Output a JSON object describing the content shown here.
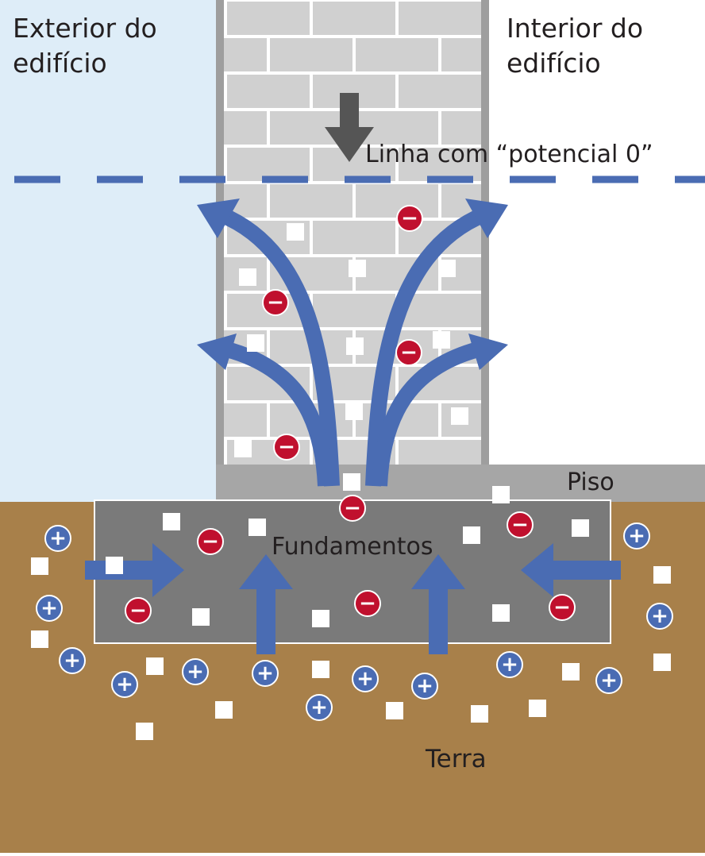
{
  "labels": {
    "exterior": [
      "Exterior do",
      "edifício"
    ],
    "interior": [
      "Interior do",
      "edifício"
    ],
    "zero_line": "Linha com “potencial 0”",
    "floor": "Piso",
    "foundation": "Fundamentos",
    "earth": "Terra"
  },
  "symbols": {
    "negative": "−",
    "positive": "+"
  },
  "colors": {
    "exterior_sky": "#deedf8",
    "interior_bg": "#ffffff",
    "wall_brick": "#d0d0d0",
    "wall_mortar": "#ffffff",
    "wall_edge": "#9e9e9e",
    "floor": "#a6a6a6",
    "foundation": "#7a7a7a",
    "earth": "#a8804a",
    "arrow_blue": "#4a6cb3",
    "negative_charge": "#c0102e",
    "positive_charge": "#4a6cb3",
    "down_arrow": "#555555"
  }
}
